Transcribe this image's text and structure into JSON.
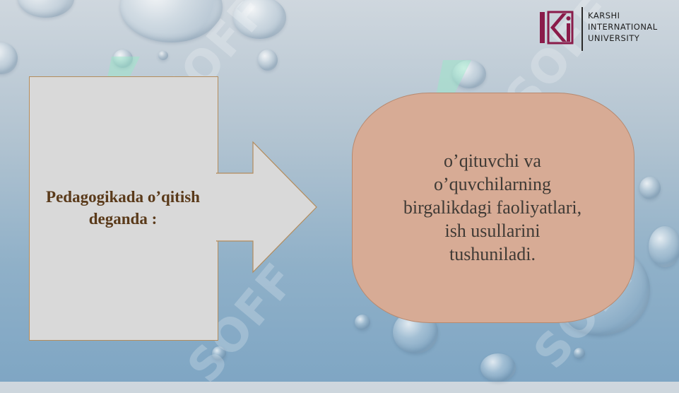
{
  "logo": {
    "line1": "KARSHI",
    "line2": "INTERNATIONAL",
    "line3": "UNIVERSITY",
    "mark_color": "#8a1b4a"
  },
  "watermark_text": "SOFF",
  "left_box": {
    "text": "Pedagogikada o’qitish deganda :"
  },
  "right_box": {
    "lines": [
      "o’qituvchi va",
      "o’quvchilarning",
      "birgalikdagi faoliyatlari,",
      "ish usullarini",
      "tushuniladi."
    ]
  }
}
